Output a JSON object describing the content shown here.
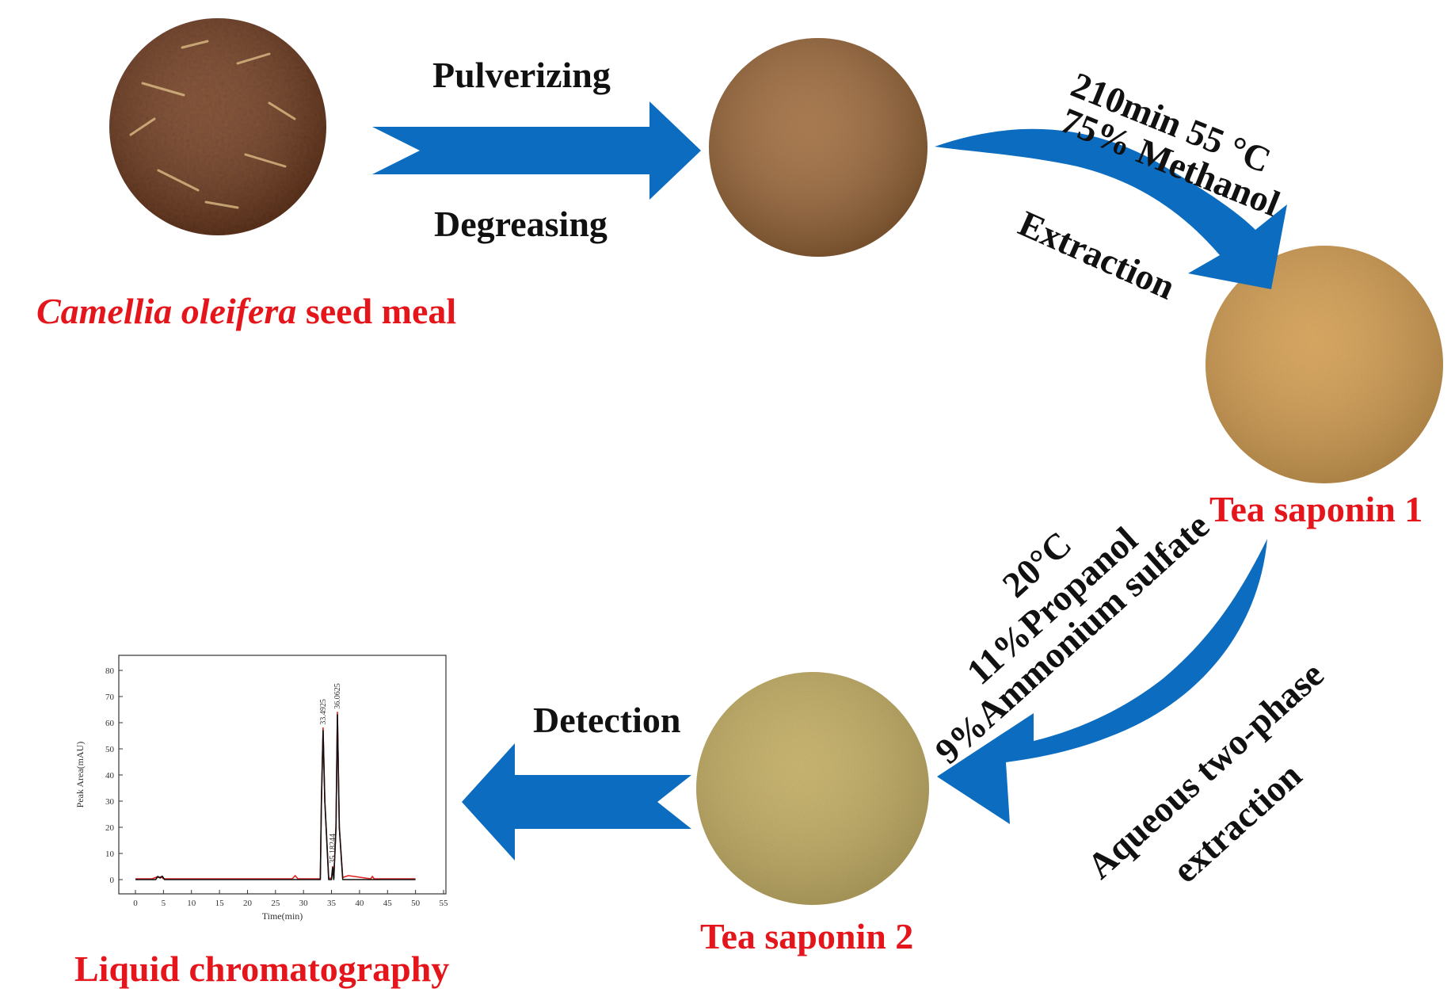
{
  "colors": {
    "arrow": "#0b6cc0",
    "label_red": "#e5161b",
    "text": "#111111",
    "seed_meal": "#7a4325",
    "powder_defatted": "#a46f3f",
    "tea_saponin_1": "#d9a458",
    "tea_saponin_2": "#c8b36a",
    "chromatogram_line_red": "#e02020",
    "chromatogram_line_black": "#111111"
  },
  "materials": {
    "seed_meal": {
      "italic": "Camellia oleifera",
      "rest": " seed meal",
      "icon": "seed-meal-photo"
    },
    "defatted_powder": {
      "icon": "defatted-powder-photo"
    },
    "tea_saponin_1": {
      "label": "Tea saponin 1",
      "icon": "tea-saponin-1-photo"
    },
    "tea_saponin_2": {
      "label": "Tea saponin 2",
      "icon": "tea-saponin-2-photo"
    },
    "liquid_chromatography": {
      "label": "Liquid chromatography"
    }
  },
  "steps": {
    "pulverizing": "Pulverizing",
    "degreasing": "Degreasing",
    "extraction": "Extraction",
    "extraction_time_temp": "210min 55 °C",
    "extraction_solvent": "75% Methanol",
    "atpe_temp": "20°C",
    "atpe_propanol": "11%Propanol",
    "atpe_salt": "9%Ammonium sulfate",
    "atpe_line1": "Aqueous two-phase",
    "atpe_line2": "extraction",
    "detection": "Detection"
  },
  "chart_data": {
    "type": "line",
    "xlabel": "Time(min)",
    "ylabel": "Peak Area(mAU)",
    "xlim": [
      0,
      55
    ],
    "ylim": [
      0,
      80
    ],
    "x_ticks": [
      "0",
      "5",
      "10",
      "15",
      "20",
      "25",
      "30",
      "35",
      "40",
      "45",
      "50",
      "55"
    ],
    "y_ticks": [
      "0",
      "10",
      "20",
      "30",
      "40",
      "50",
      "60",
      "70",
      "80"
    ],
    "peaks": [
      {
        "label": "33.4925",
        "x": 33.49,
        "y": 58
      },
      {
        "label": "35.18244",
        "x": 35.18,
        "y": 5
      },
      {
        "label": "36.0625",
        "x": 36.06,
        "y": 64
      }
    ],
    "series": [
      {
        "color": "#e02020",
        "x": [
          0,
          3,
          3.8,
          4.2,
          4.6,
          5,
          10,
          20,
          28,
          28.5,
          29,
          33,
          33.2,
          33.5,
          33.8,
          34.5,
          35,
          35.2,
          35.4,
          35.8,
          36.06,
          36.4,
          37,
          38,
          42,
          42.3,
          42.6,
          50
        ],
        "y": [
          0.3,
          0.3,
          1.0,
          0.8,
          1.1,
          0.3,
          0.3,
          0.3,
          0.3,
          1.5,
          0.3,
          0.3,
          30,
          58,
          30,
          0.5,
          0.5,
          5,
          0.5,
          20,
          64,
          20,
          0.8,
          1.5,
          0.3,
          1.2,
          0.3,
          0.3
        ]
      },
      {
        "color": "#111111",
        "x": [
          0,
          3.6,
          4.0,
          4.4,
          4.8,
          5.2,
          33,
          33.2,
          33.5,
          33.8,
          34.5,
          35,
          35.2,
          35.4,
          35.8,
          36.06,
          36.4,
          37,
          50
        ],
        "y": [
          0,
          0,
          1.2,
          0.6,
          1.3,
          0,
          0,
          30,
          57,
          30,
          0,
          0,
          4.6,
          0,
          20,
          63,
          20,
          0,
          0
        ]
      }
    ]
  }
}
